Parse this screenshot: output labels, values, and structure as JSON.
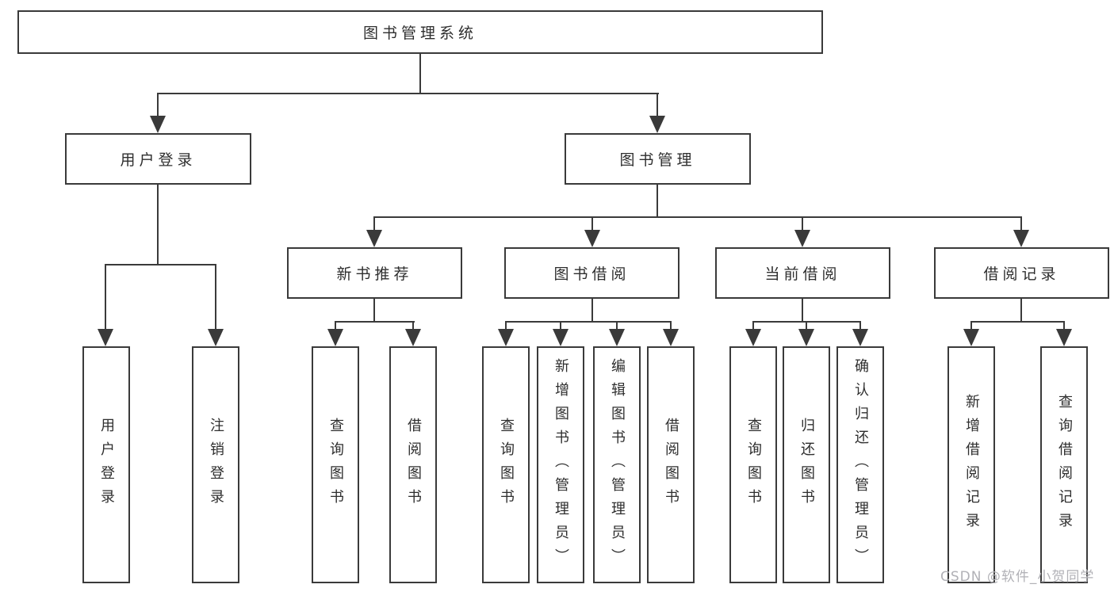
{
  "tree": {
    "root": {
      "label": "图书管理系统",
      "children": [
        {
          "label": "用户登录",
          "children": [
            {
              "label": "用户登录"
            },
            {
              "label": "注销登录"
            }
          ]
        },
        {
          "label": "图书管理",
          "children": [
            {
              "label": "新书推荐",
              "children": [
                {
                  "label": "查询图书"
                },
                {
                  "label": "借阅图书"
                }
              ]
            },
            {
              "label": "图书借阅",
              "children": [
                {
                  "label": "查询图书"
                },
                {
                  "label": "新增图书（管理员）"
                },
                {
                  "label": "编辑图书（管理员）"
                },
                {
                  "label": "借阅图书"
                }
              ]
            },
            {
              "label": "当前借阅",
              "children": [
                {
                  "label": "查询图书"
                },
                {
                  "label": "归还图书"
                },
                {
                  "label": "确认归还（管理员）"
                }
              ]
            },
            {
              "label": "借阅记录",
              "children": [
                {
                  "label": "新增借阅记录"
                },
                {
                  "label": "查询借阅记录"
                }
              ]
            }
          ]
        }
      ]
    }
  },
  "watermark": {
    "text": "CSDN @软件_小贺同学"
  },
  "colors": {
    "line": "#3a3a3a",
    "box_border": "#3a3a3a",
    "text": "#2e2e2e",
    "background": "#ffffff",
    "watermark": "#b1b1b6"
  }
}
